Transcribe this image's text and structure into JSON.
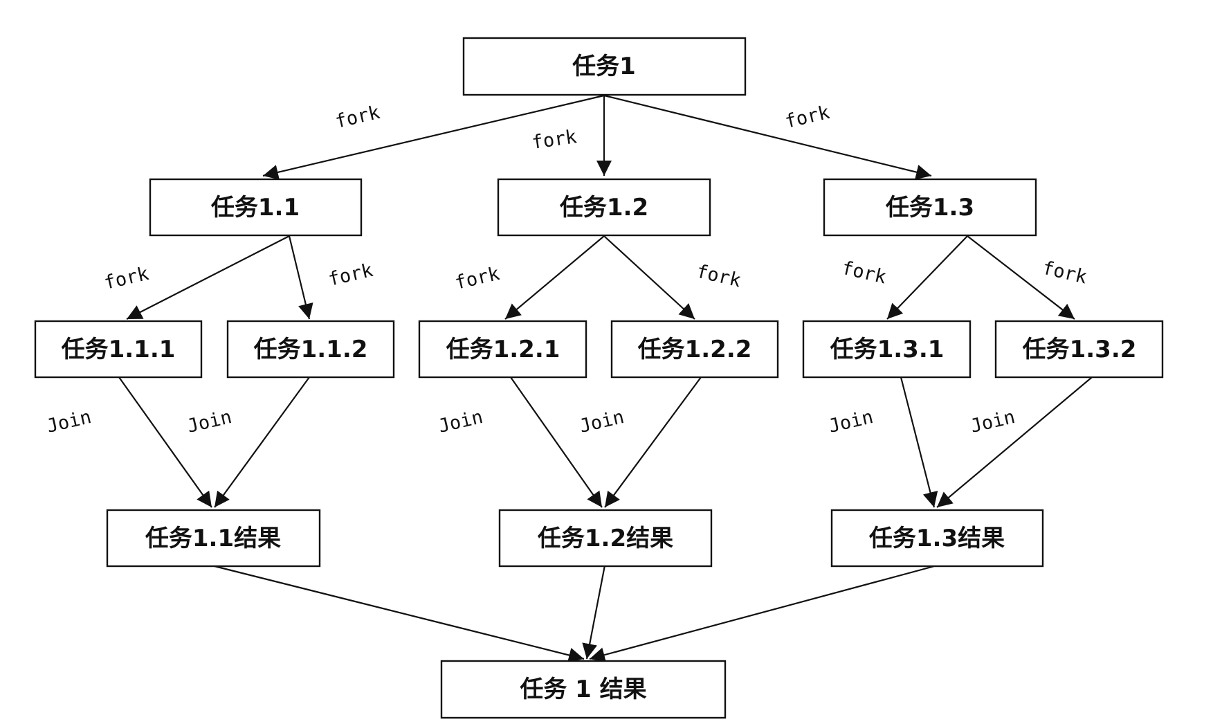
{
  "nodes": {
    "t1": "任务1",
    "t11": "任务1.1",
    "t12": "任务1.2",
    "t13": "任务1.3",
    "t111": "任务1.1.1",
    "t112": "任务1.1.2",
    "t121": "任务1.2.1",
    "t122": "任务1.2.2",
    "t131": "任务1.3.1",
    "t132": "任务1.3.2",
    "r11": "任务1.1结果",
    "r12": "任务1.2结果",
    "r13": "任务1.3结果",
    "r1": "任务 1 结果"
  },
  "edge_labels": {
    "fork": "fork",
    "join": "Join"
  },
  "colors": {
    "line": "#111111",
    "background": "#ffffff"
  }
}
